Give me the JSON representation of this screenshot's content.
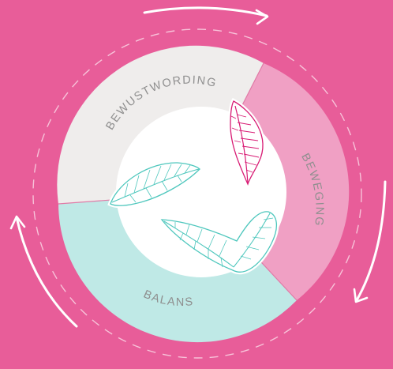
{
  "diagram": {
    "segments": [
      {
        "id": "bewustwording",
        "label": "BEWUSTWORDING",
        "color": "#efedec"
      },
      {
        "id": "beweging",
        "label": "BEWEGING",
        "color": "#f0a0c4"
      },
      {
        "id": "balans",
        "label": "BALANS",
        "color": "#bfe9e6"
      }
    ],
    "colors": {
      "background": "#e85d99",
      "dashed_ring": "#f7c3d9",
      "arrows": "#ffffff",
      "center": "#ffffff",
      "leaf_pink": "#d81b74",
      "leaf_teal": "#4ec7bd",
      "label_text": "#8f8f8f"
    },
    "icons": [
      "cycle-arrow-icon",
      "pink-leaf-icon",
      "teal-leaf-icon"
    ]
  }
}
